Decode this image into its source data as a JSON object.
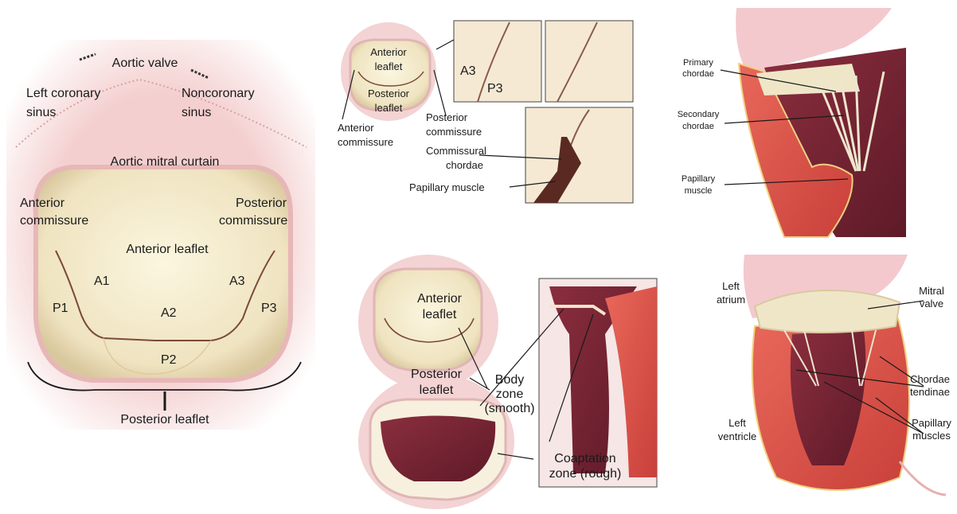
{
  "panel_a": {
    "aortic_valve": "Aortic valve",
    "left_coronary_1": "Left coronary",
    "left_coronary_2": "sinus",
    "noncoronary_1": "Noncoronary",
    "noncoronary_2": "sinus",
    "curtain": "Aortic mitral curtain",
    "ant_comm_1": "Anterior",
    "ant_comm_2": "commissure",
    "post_comm_1": "Posterior",
    "post_comm_2": "commissure",
    "anterior_leaflet": "Anterior leaflet",
    "a1": "A1",
    "a2": "A2",
    "a3": "A3",
    "p1": "P1",
    "p2": "P2",
    "p3": "P3",
    "posterior_leaflet": "Posterior leaflet"
  },
  "panel_b": {
    "ant_leaflet_1": "Anterior",
    "ant_leaflet_2": "leaflet",
    "post_leaflet_1": "Posterior",
    "post_leaflet_2": "leaflet",
    "ant_comm_1": "Anterior",
    "ant_comm_2": "commissure",
    "post_comm_1": "Posterior",
    "post_comm_2": "commissure",
    "a3": "A3",
    "p3": "P3",
    "comm_chordae_1": "Commissural",
    "comm_chordae_2": "chordae",
    "papillary": "Papillary muscle"
  },
  "panel_c": {
    "primary_1": "Primary",
    "primary_2": "chordae",
    "secondary_1": "Secondary",
    "secondary_2": "chordae",
    "papillary_1": "Papillary",
    "papillary_2": "muscle"
  },
  "panel_d": {
    "ant_leaflet_1": "Anterior",
    "ant_leaflet_2": "leaflet",
    "post_leaflet_1": "Posterior",
    "post_leaflet_2": "leaflet",
    "body_1": "Body",
    "body_2": "zone",
    "body_3": "(smooth)",
    "coapt_1": "Coaptation",
    "coapt_2": "zone (rough)"
  },
  "panel_e": {
    "left_atrium_1": "Left",
    "left_atrium_2": "atrium",
    "mitral_1": "Mitral",
    "mitral_2": "valve",
    "chordae_1": "Chordae",
    "chordae_2": "tendinae",
    "papillary_1": "Papillary",
    "papillary_2": "muscles",
    "left_ventricle_1": "Left",
    "left_ventricle_2": "ventricle"
  }
}
